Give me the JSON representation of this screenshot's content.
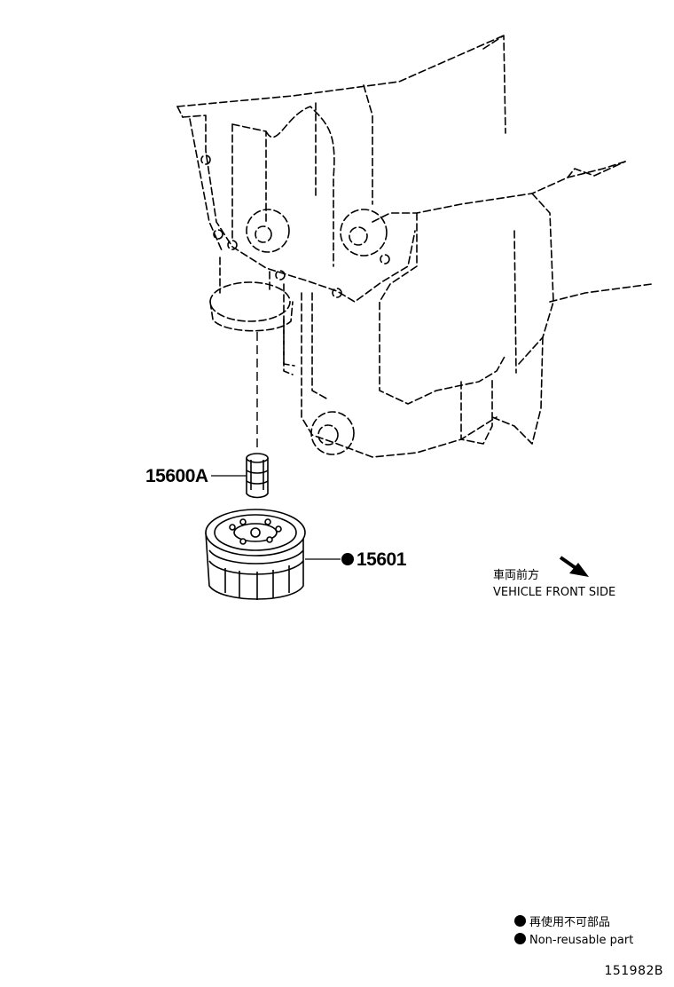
{
  "parts": {
    "p1": "15600A",
    "p2": "15601"
  },
  "direction": {
    "jp": "車両前方",
    "en": "VEHICLE FRONT SIDE"
  },
  "legend": {
    "jp": "再使用不可部品",
    "en": "Non-reusable part"
  },
  "illustration_id": "151982B"
}
